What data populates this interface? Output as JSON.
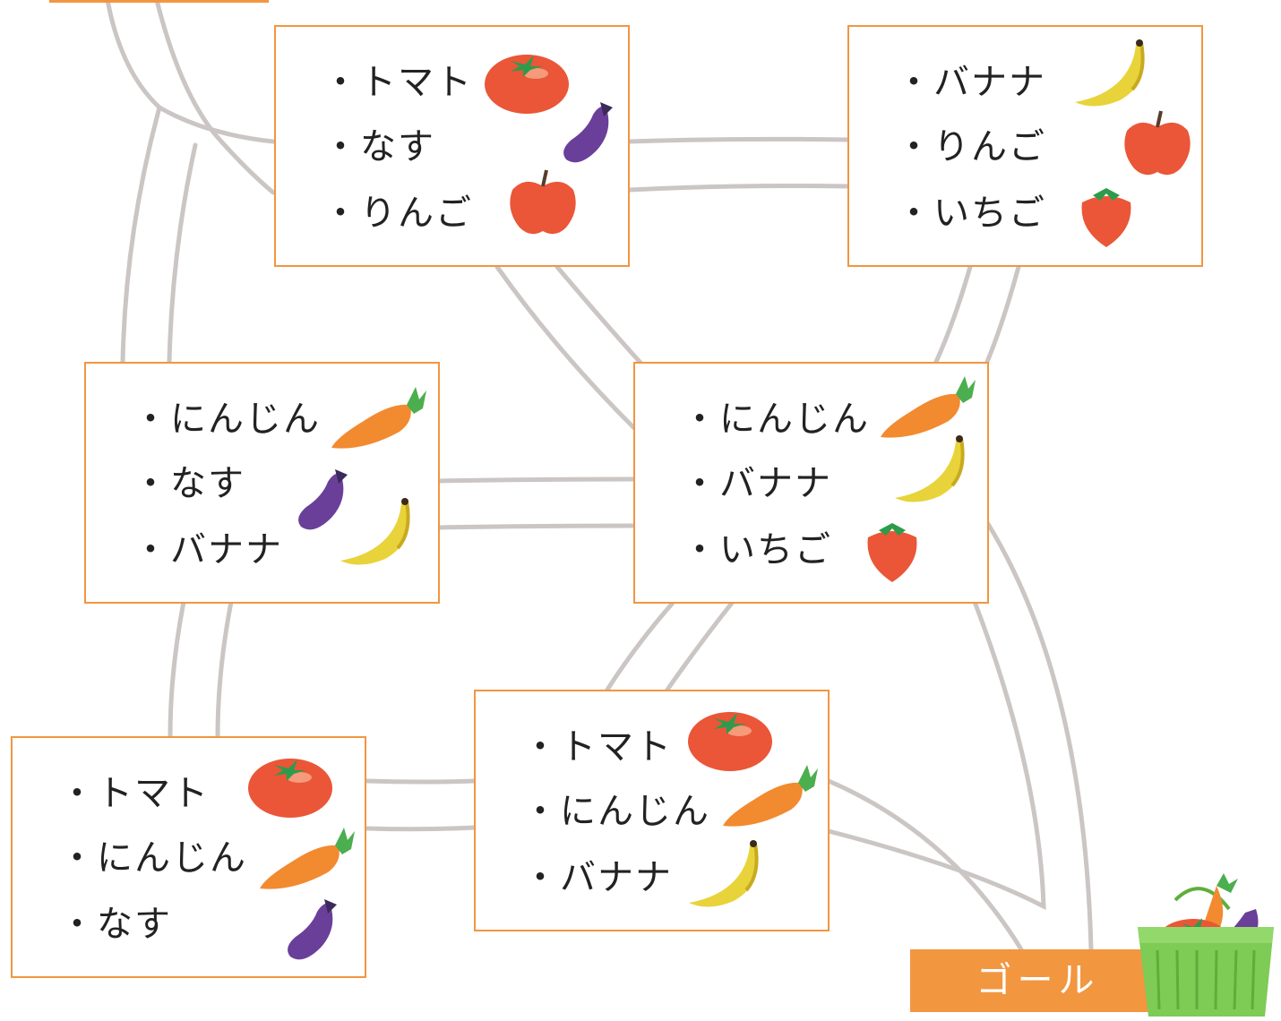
{
  "start": {
    "label": ""
  },
  "goal": {
    "label": "ゴール"
  },
  "boxes": [
    {
      "items": [
        "・トマト",
        "・なす",
        "・りんご"
      ],
      "icons": [
        "tomato",
        "eggplant",
        "apple"
      ]
    },
    {
      "items": [
        "・バナナ",
        "・りんご",
        "・いちご"
      ],
      "icons": [
        "banana",
        "apple",
        "strawberry"
      ]
    },
    {
      "items": [
        "・にんじん",
        "・なす",
        "・バナナ"
      ],
      "icons": [
        "carrot",
        "eggplant",
        "banana"
      ]
    },
    {
      "items": [
        "・にんじん",
        "・バナナ",
        "・いちご"
      ],
      "icons": [
        "carrot",
        "banana",
        "strawberry"
      ]
    },
    {
      "items": [
        "・トマト",
        "・にんじん",
        "・バナナ"
      ],
      "icons": [
        "tomato",
        "carrot",
        "banana"
      ]
    },
    {
      "items": [
        "・トマト",
        "・にんじん",
        "・なす"
      ],
      "icons": [
        "tomato",
        "carrot",
        "eggplant"
      ]
    }
  ],
  "colors": {
    "box_border": "#f29640",
    "path": "#cbc6c4",
    "accent": "#f29640"
  }
}
